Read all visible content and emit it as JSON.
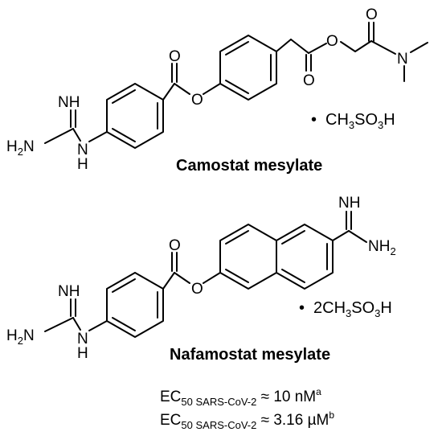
{
  "camostat": {
    "name": "Camostat mesylate",
    "salt": {
      "dot": "•",
      "pre": "CH",
      "s1": "3",
      "mid": "SO",
      "s2": "3",
      "post": "H"
    },
    "atoms": {
      "nh": "NH",
      "h2n_h": "H",
      "h2n_2": "2",
      "h2n_n": "N",
      "n_bottom": "N",
      "h_bottom": "H",
      "ester_o1": "O",
      "ester_o2": "O",
      "acetate_o1": "O",
      "acetate_o2": "O",
      "amide_o": "O",
      "amide_n": "N"
    }
  },
  "nafamostat": {
    "name": "Nafamostat mesylate",
    "salt": {
      "dot": "•",
      "pre": "2CH",
      "s1": "3",
      "mid": "SO",
      "s2": "3",
      "post": "H"
    },
    "atoms": {
      "nh": "NH",
      "h2n_h": "H",
      "h2n_2": "2",
      "h2n_n": "N",
      "n_bottom": "N",
      "h_bottom": "H",
      "ester_o1": "O",
      "ester_o2": "O",
      "amidine_nh": "NH",
      "amidine_nh2": "NH",
      "amidine_2": "2"
    }
  },
  "ec50": [
    {
      "label": "EC",
      "sub": "50 SARS-CoV-2",
      "rest": " ≈ 10 nM",
      "sup": "a"
    },
    {
      "label": "EC",
      "sub": "50 SARS-CoV-2",
      "rest": " ≈ 3.16 µM",
      "sup": "b"
    }
  ]
}
